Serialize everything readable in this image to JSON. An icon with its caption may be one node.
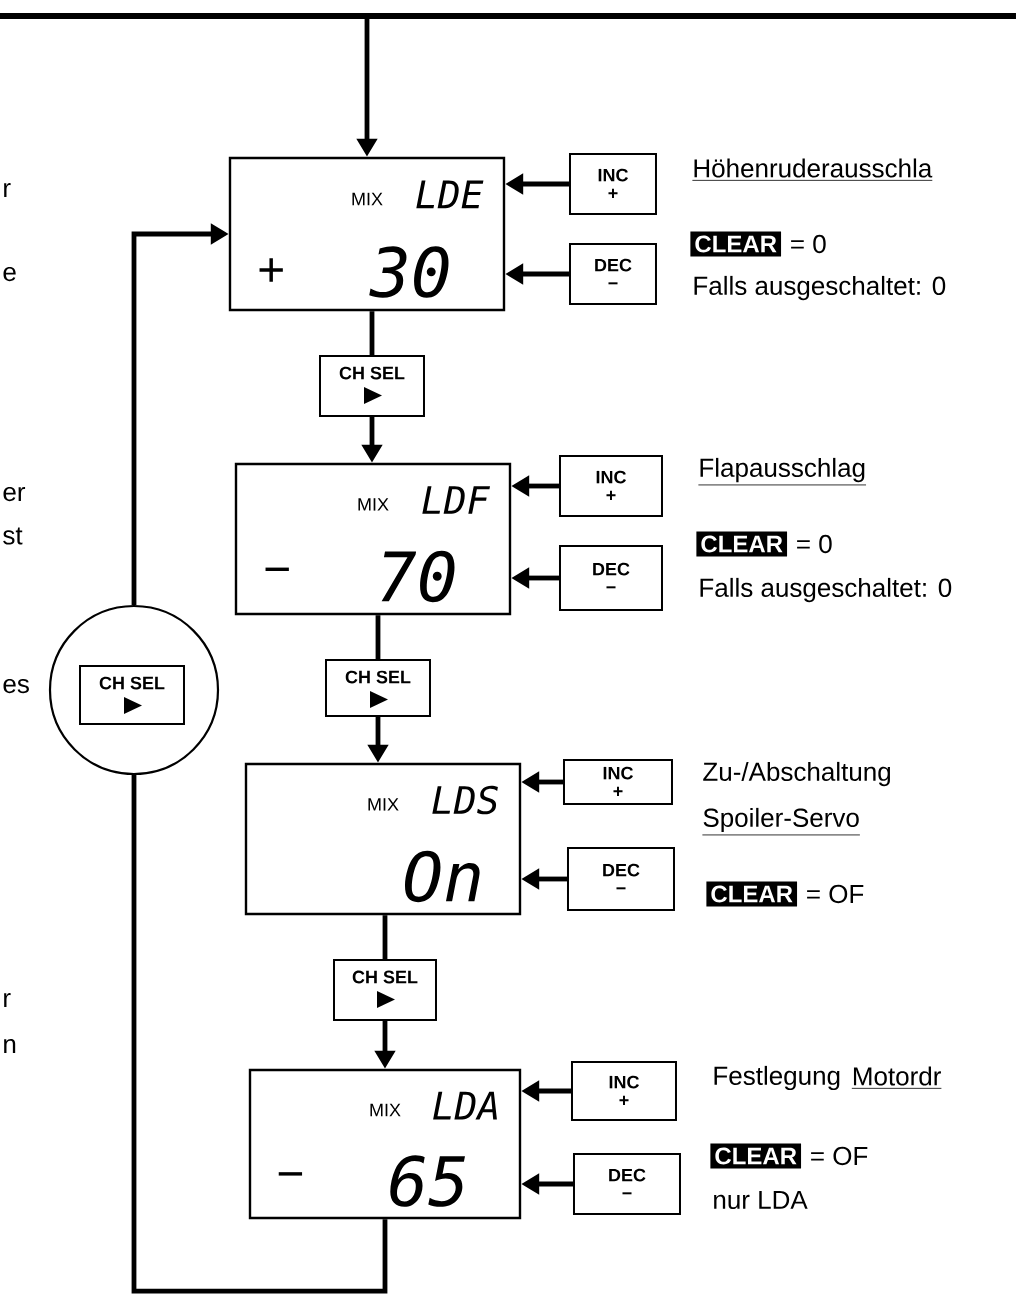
{
  "diagram": {
    "nodes": [
      {
        "text": [
          "MIX",
          "LDE",
          "+",
          "30"
        ]
      },
      {
        "text": [
          "INC",
          "+"
        ]
      },
      {
        "text": [
          "DEC",
          "−"
        ]
      },
      {
        "text": [
          "CH SEL"
        ]
      },
      {
        "text": [
          "MIX",
          "LDF",
          "−",
          "70"
        ]
      },
      {
        "text": [
          "INC",
          "+"
        ]
      },
      {
        "text": [
          "DEC",
          "−"
        ]
      },
      {
        "text": [
          "CH SEL"
        ]
      },
      {
        "text": [
          "MIX",
          "LDS",
          "On"
        ]
      },
      {
        "text": [
          "INC",
          "+"
        ]
      },
      {
        "text": [
          "DEC",
          "−"
        ]
      },
      {
        "text": [
          "CH SEL"
        ]
      },
      {
        "text": [
          "MIX",
          "LDA",
          "−",
          "65"
        ]
      },
      {
        "text": [
          "INC",
          "+"
        ]
      },
      {
        "text": [
          "DEC",
          "−"
        ]
      },
      {
        "text": [],
        "shape": "circle"
      },
      {
        "text": [
          "CH SEL"
        ],
        "in": 15
      }
    ],
    "edges": [
      {
        "from": null,
        "to": 0,
        "arrow": "to"
      },
      {
        "from": 1,
        "to": 0,
        "arrow": "to"
      },
      {
        "from": 2,
        "to": 0,
        "arrow": "to"
      },
      {
        "from": 0,
        "to": 3,
        "arrow": "none"
      },
      {
        "from": 3,
        "to": 4,
        "arrow": "to"
      },
      {
        "from": 5,
        "to": 4,
        "arrow": "to"
      },
      {
        "from": 6,
        "to": 4,
        "arrow": "to"
      },
      {
        "from": 4,
        "to": 7,
        "arrow": "none"
      },
      {
        "from": 7,
        "to": 8,
        "arrow": "to"
      },
      {
        "from": 9,
        "to": 8,
        "arrow": "to"
      },
      {
        "from": 10,
        "to": 8,
        "arrow": "to"
      },
      {
        "from": 8,
        "to": 11,
        "arrow": "none"
      },
      {
        "from": 11,
        "to": 12,
        "arrow": "to"
      },
      {
        "from": 13,
        "to": 12,
        "arrow": "to"
      },
      {
        "from": 14,
        "to": 12,
        "arrow": "to"
      },
      {
        "from": 12,
        "to": 15,
        "arrow": "none"
      },
      {
        "from": 15,
        "to": 0,
        "arrow": "to"
      }
    ],
    "labels": [
      "r",
      "e",
      "er",
      "st",
      "es",
      "r",
      "n",
      "Höhenruderausschla",
      "CLEAR",
      "= 0",
      "Falls ausgeschaltet: 0",
      "Flapausschlag",
      "CLEAR",
      "= 0",
      "Falls ausgeschaltet: 0",
      "Zu-/Abschaltung",
      "Spoiler-Servo",
      "CLEAR",
      "= OF",
      "Festlegung",
      "Motordr",
      "CLEAR",
      "= OF",
      "nur LDA"
    ]
  }
}
